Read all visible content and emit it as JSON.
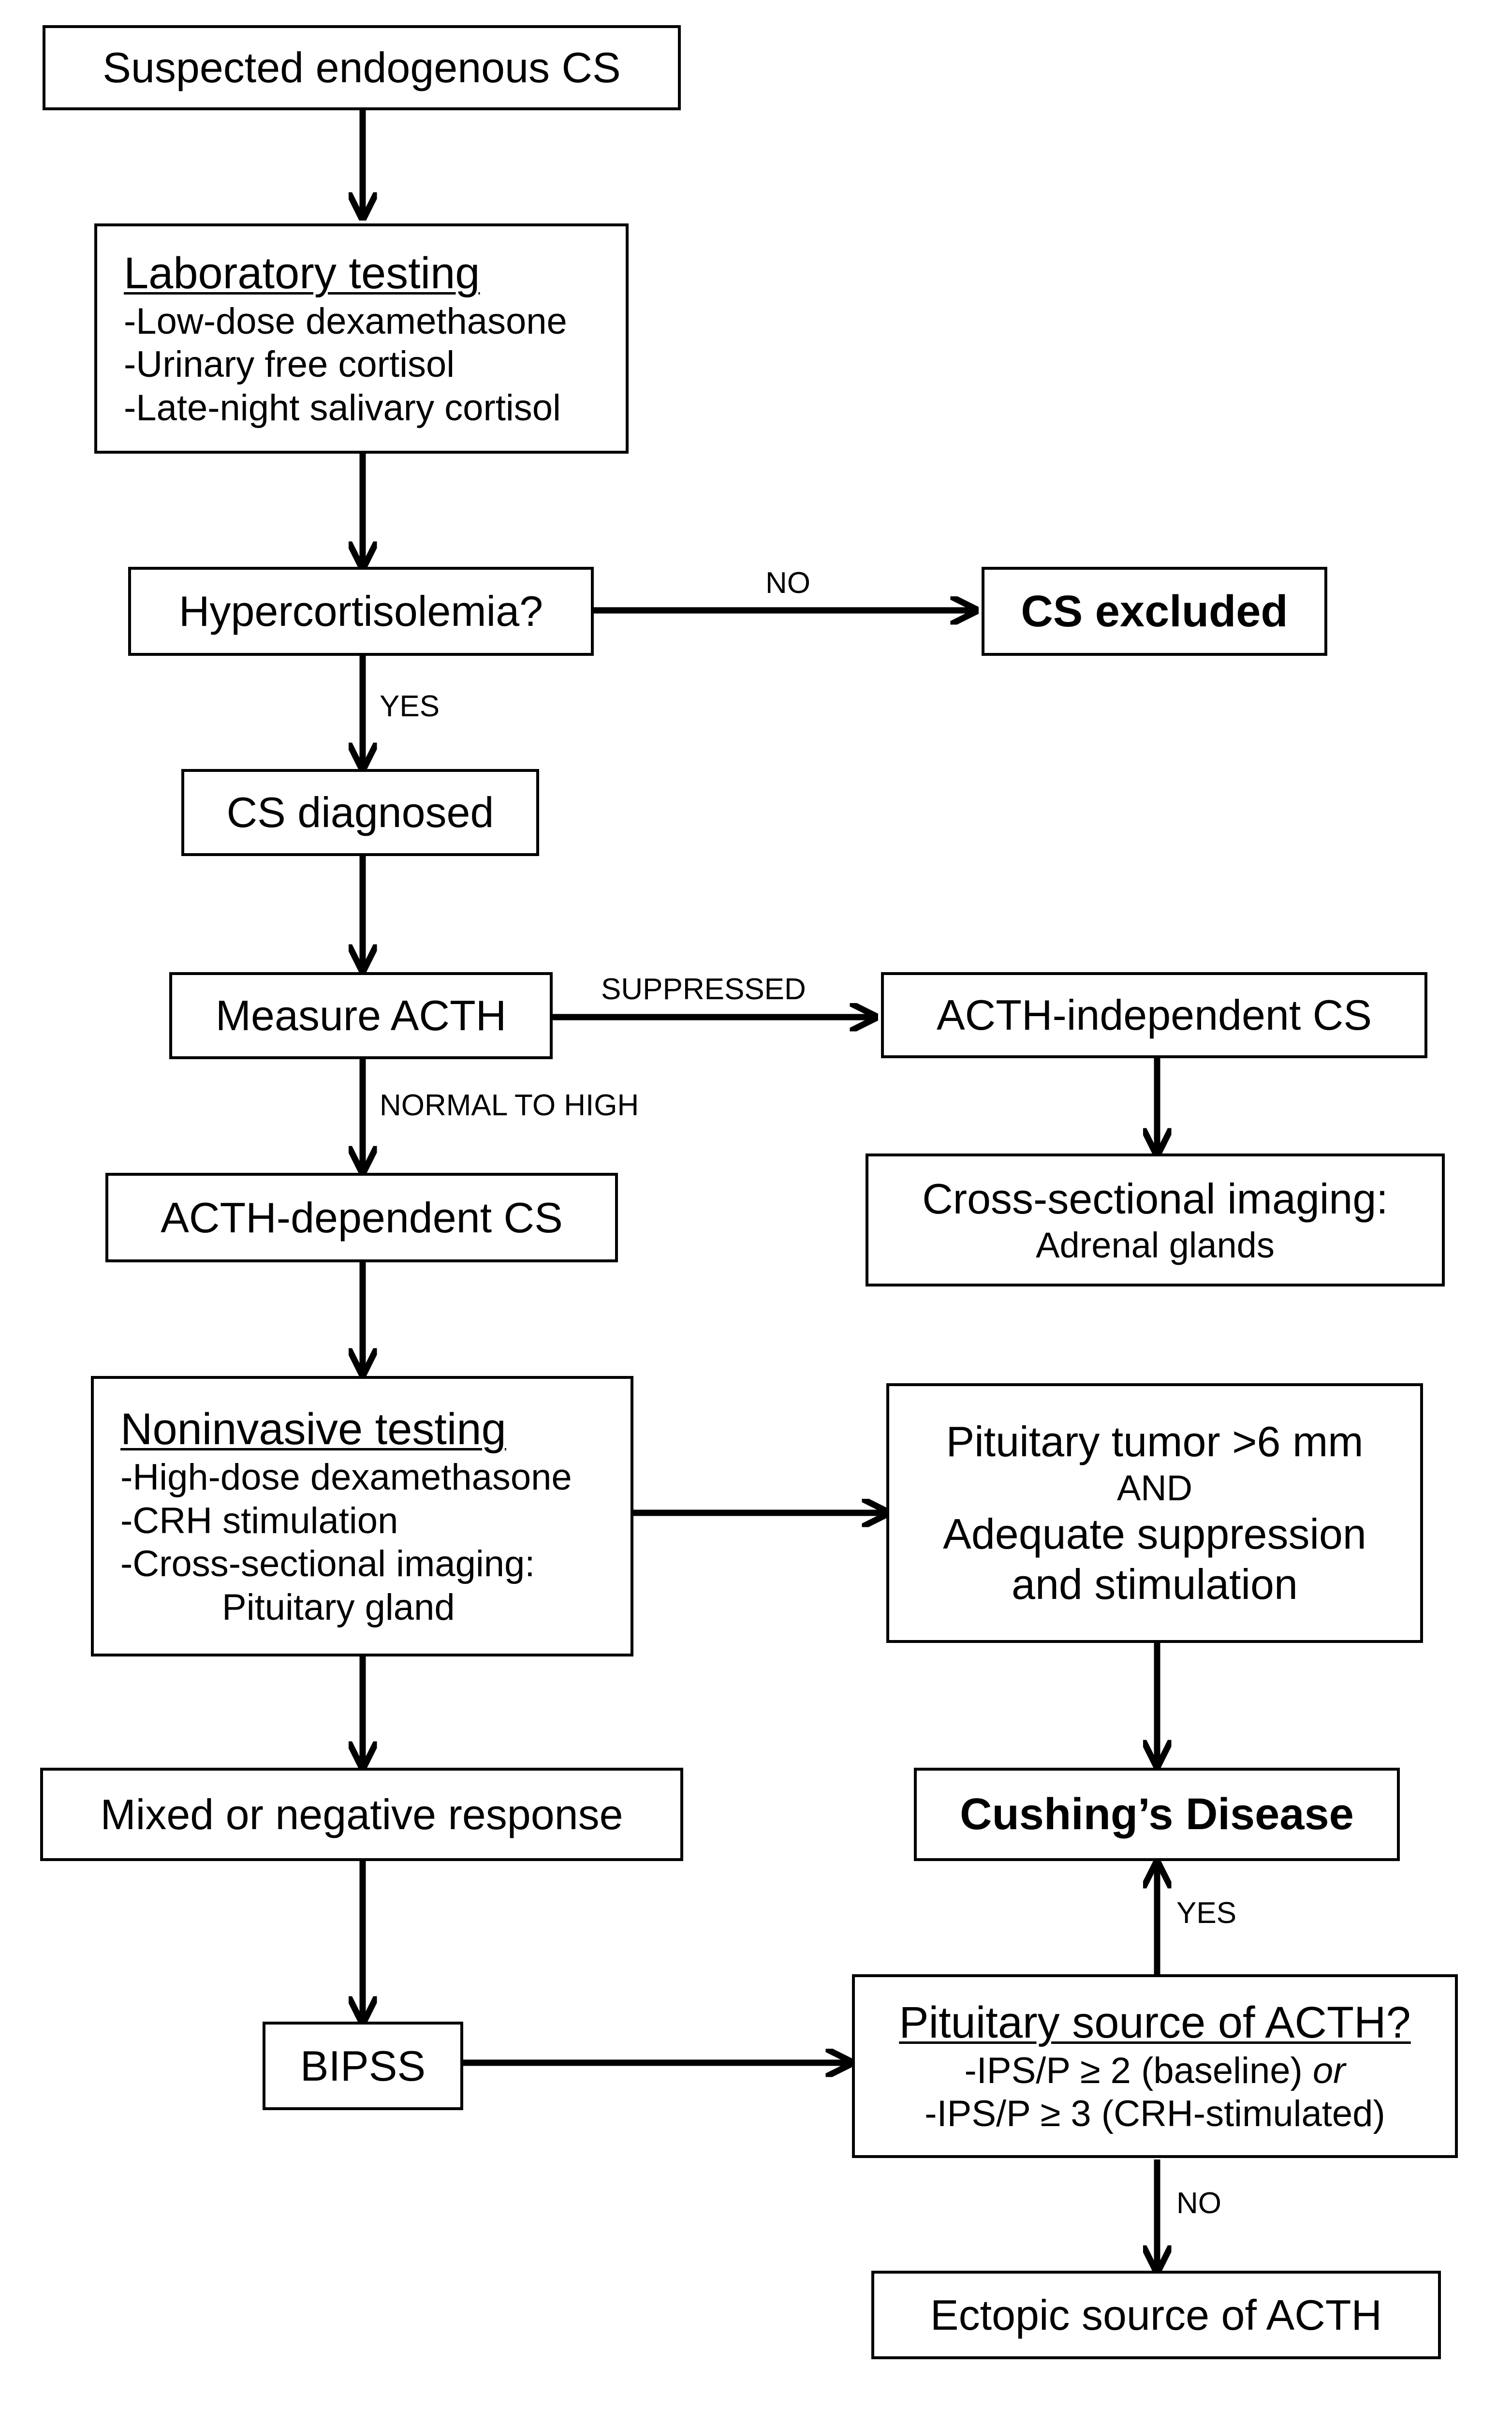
{
  "nodes": {
    "suspected": "Suspected endogenous CS",
    "lab": {
      "title": "Laboratory testing",
      "items": [
        "-Low-dose dexamethasone",
        "-Urinary free cortisol",
        "-Late-night salivary cortisol"
      ]
    },
    "hyper": "Hypercortisolemia?",
    "excluded": "CS excluded",
    "diagnosed": "CS diagnosed",
    "measure": "Measure ACTH",
    "independent": "ACTH-independent CS",
    "cross_adrenal": {
      "title": "Cross-sectional imaging:",
      "sub": "Adrenal glands"
    },
    "dependent": "ACTH-dependent CS",
    "noninvasive": {
      "title": "Noninvasive testing",
      "items": [
        "-High-dose dexamethasone",
        "-CRH stimulation",
        "-Cross-sectional imaging:"
      ],
      "sub": "Pituitary gland"
    },
    "pit_tumor": {
      "line1": "Pituitary tumor >6 mm",
      "and": "AND",
      "line2": "Adequate suppression",
      "line3": "and stimulation"
    },
    "mixed": "Mixed or negative response",
    "cushing": "Cushing’s Disease",
    "bipss": "BIPSS",
    "pit_source": {
      "title": "Pituitary source of ACTH?",
      "item1_main": "-IPS/P ≥ 2 (baseline) ",
      "item1_or": "or",
      "item2": "-IPS/P ≥ 3 (CRH-stimulated)"
    },
    "ectopic": "Ectopic source of ACTH"
  },
  "edge_labels": {
    "no_excluded": "NO",
    "yes_diagnosed": "YES",
    "suppressed": "SUPPRESSED",
    "normal_high": "NORMAL TO HIGH",
    "yes_cushing": "YES",
    "no_ectopic": "NO"
  }
}
